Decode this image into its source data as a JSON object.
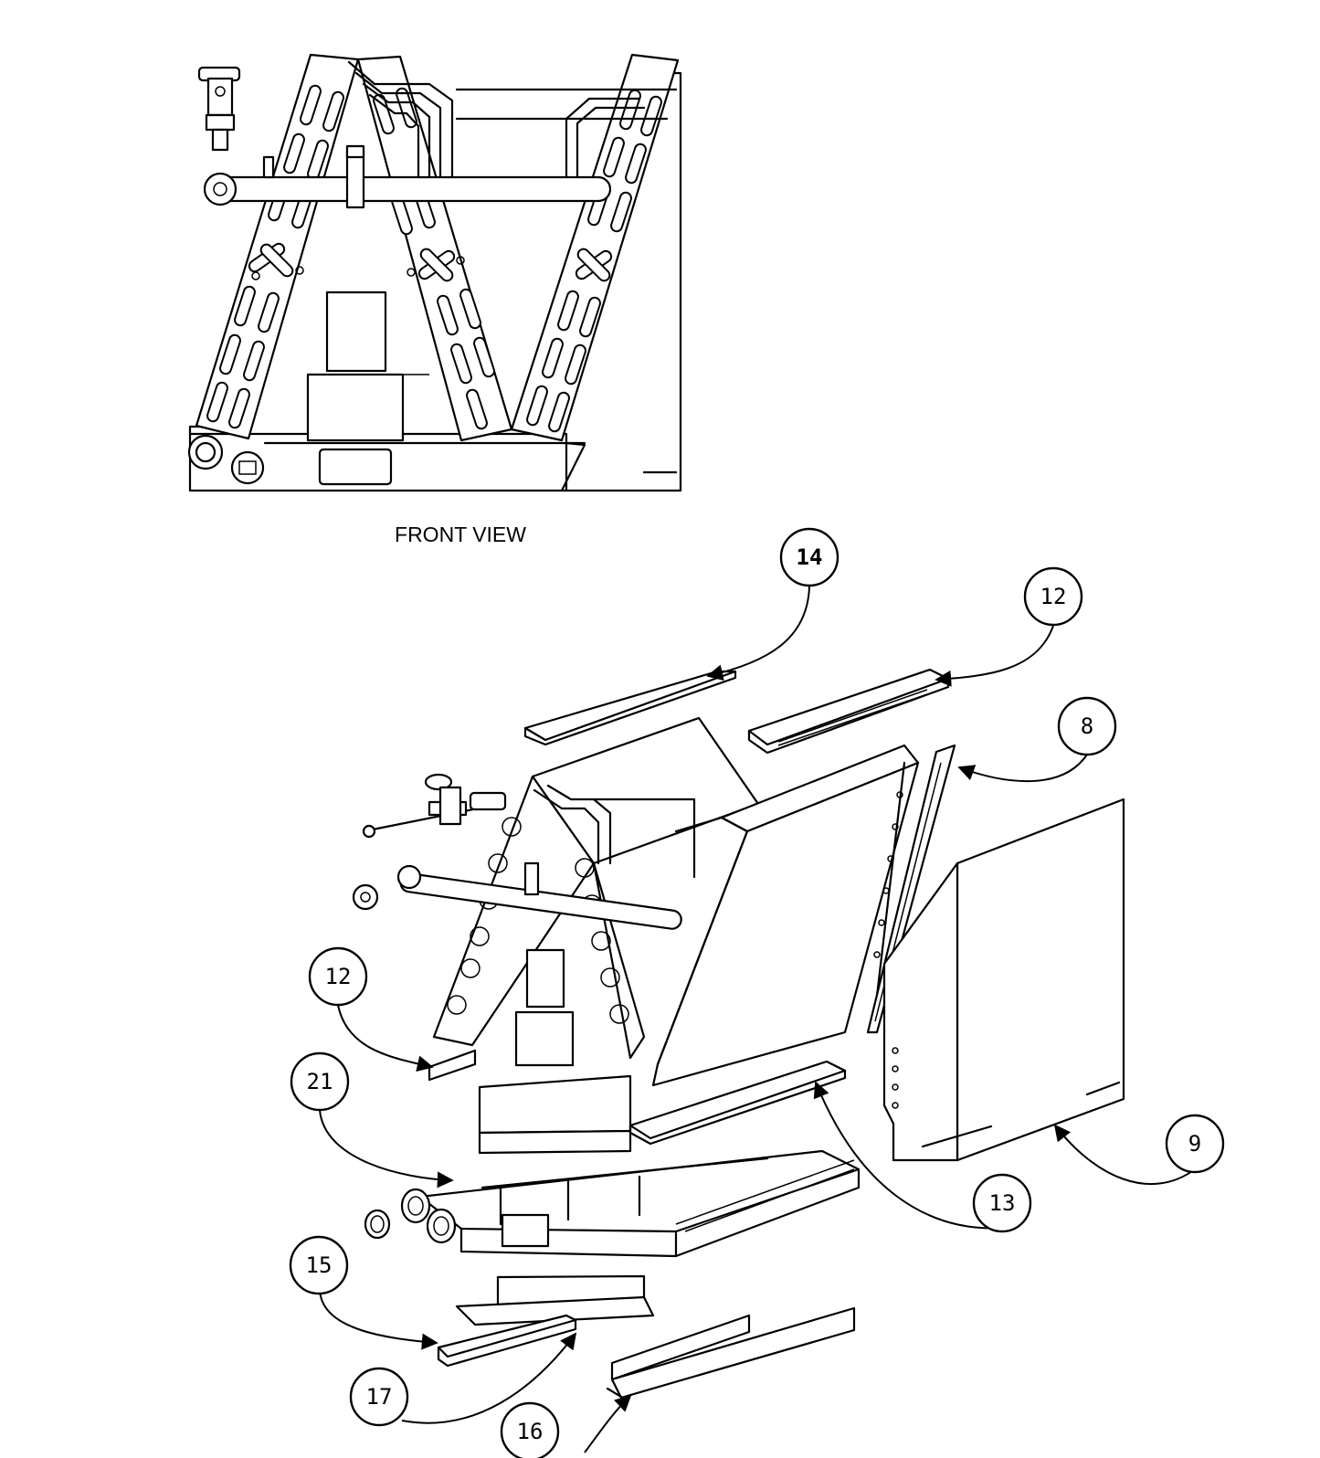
{
  "front_view": {
    "label": "FRONT VIEW"
  },
  "callouts": [
    {
      "id": "14",
      "label": "14"
    },
    {
      "id": "12a",
      "label": "12"
    },
    {
      "id": "8",
      "label": "8"
    },
    {
      "id": "12b",
      "label": "12"
    },
    {
      "id": "21",
      "label": "21"
    },
    {
      "id": "9",
      "label": "9"
    },
    {
      "id": "13",
      "label": "13"
    },
    {
      "id": "15",
      "label": "15"
    },
    {
      "id": "17",
      "label": "17"
    },
    {
      "id": "16",
      "label": "16"
    }
  ]
}
